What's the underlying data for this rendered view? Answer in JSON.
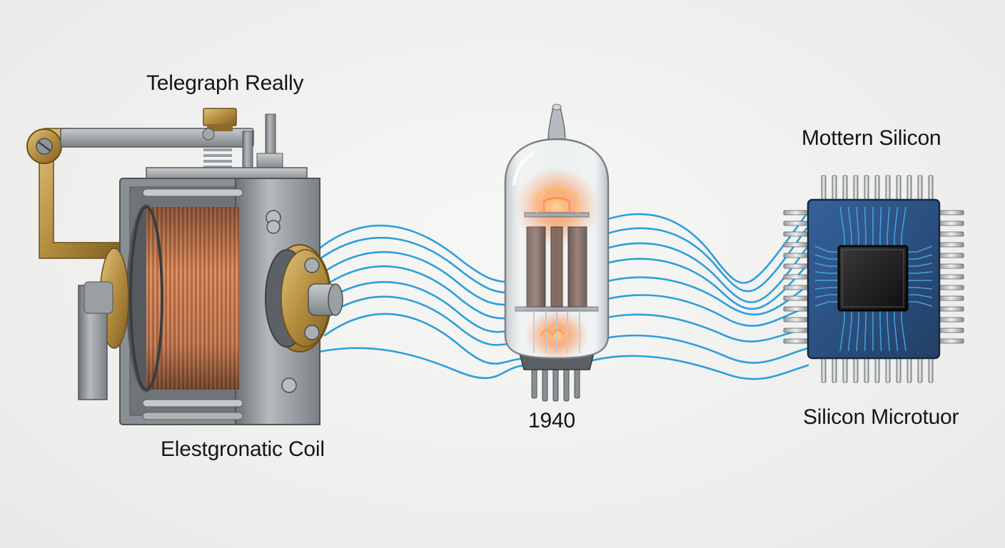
{
  "labels": {
    "relay_title": "Telegraph Really",
    "relay_coil": "Elestgronatic Coil",
    "tube_year": "1940",
    "chip_title": "Mottern Silicon",
    "chip_caption": "Silicon Microtuor"
  },
  "colors": {
    "background": "#efefee",
    "signal_wave": "#2a9fdc",
    "copper": "#c8774e",
    "brass": "#b58d3f",
    "steel": "#8f9498",
    "tube_glow": "#ff7a2a",
    "chip_board": "#2b4e7c",
    "chip_trace": "#3fa6e8",
    "die": "#1c1c1c"
  },
  "components": [
    {
      "name": "telegraph-relay",
      "icon": "relay-icon"
    },
    {
      "name": "vacuum-tube",
      "icon": "vacuum-tube-icon"
    },
    {
      "name": "silicon-chip",
      "icon": "microchip-icon"
    }
  ]
}
